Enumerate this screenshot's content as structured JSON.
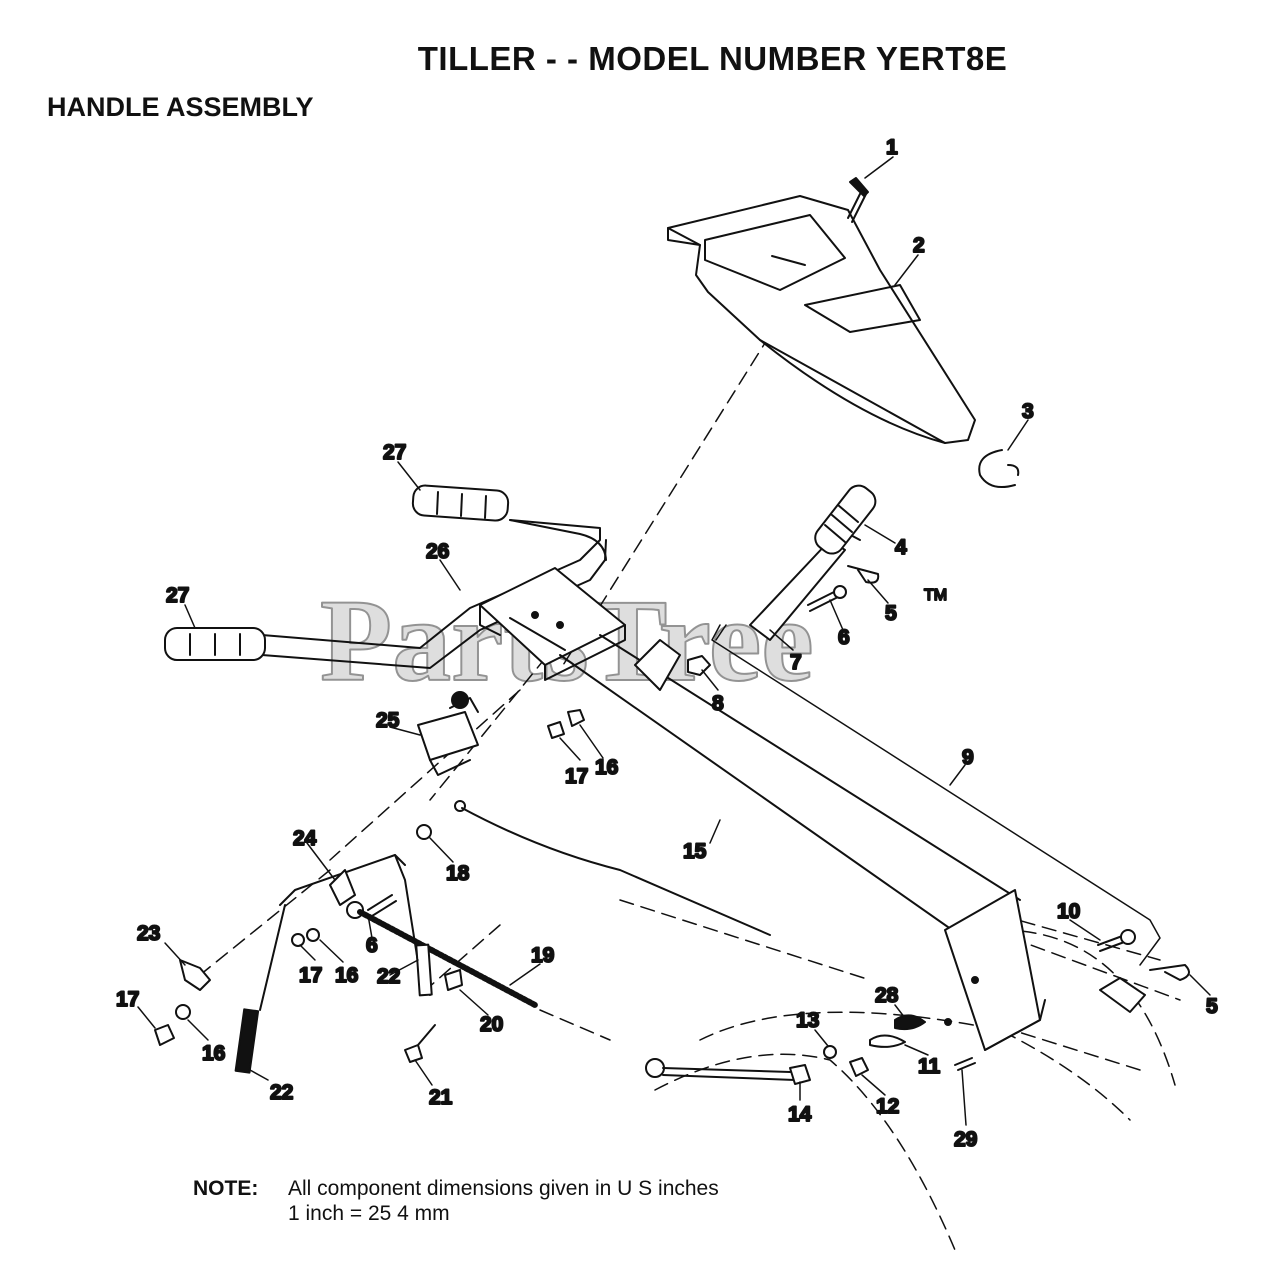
{
  "title": "TILLER - - MODEL NUMBER YERT8E",
  "subtitle": "HANDLE ASSEMBLY",
  "watermark": "PartsTree",
  "trademark": "TM",
  "note": {
    "label": "NOTE:",
    "line1": "All component dimensions given in U S  inches",
    "line2": "1 inch = 25 4 mm"
  },
  "callouts": {
    "c1": "1",
    "c2": "2",
    "c3": "3",
    "c4": "4",
    "c5a": "5",
    "c5b": "5",
    "c6a": "6",
    "c6b": "6",
    "c7": "7",
    "c8": "8",
    "c9": "9",
    "c10": "10",
    "c11": "11",
    "c12": "12",
    "c13": "13",
    "c14": "14",
    "c15": "15",
    "c16a": "16",
    "c16b": "16",
    "c16c": "16",
    "c17a": "17",
    "c17b": "17",
    "c17c": "17",
    "c18": "18",
    "c19": "19",
    "c20": "20",
    "c21": "21",
    "c22a": "22",
    "c22b": "22",
    "c23": "23",
    "c24": "24",
    "c25": "25",
    "c26": "26",
    "c27a": "27",
    "c27b": "27",
    "c28": "28",
    "c29": "29"
  }
}
